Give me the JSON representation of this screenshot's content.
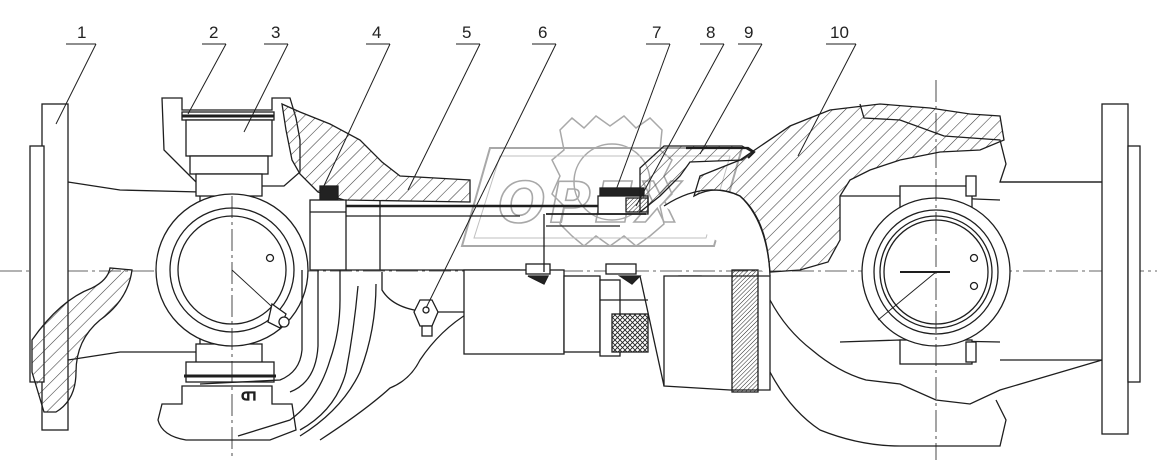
{
  "drawing": {
    "callouts": [
      {
        "number": "1"
      },
      {
        "number": "2"
      },
      {
        "number": "3"
      },
      {
        "number": "4"
      },
      {
        "number": "5"
      },
      {
        "number": "6"
      },
      {
        "number": "7"
      },
      {
        "number": "8"
      },
      {
        "number": "9"
      },
      {
        "number": "10"
      }
    ],
    "stamp_text": "LD",
    "watermark_text": "OPEX",
    "colors": {
      "line": "#1e1e1e",
      "hatch": "#3a3a3a",
      "background": "#ffffff",
      "watermark": "#9a9a9a"
    }
  }
}
